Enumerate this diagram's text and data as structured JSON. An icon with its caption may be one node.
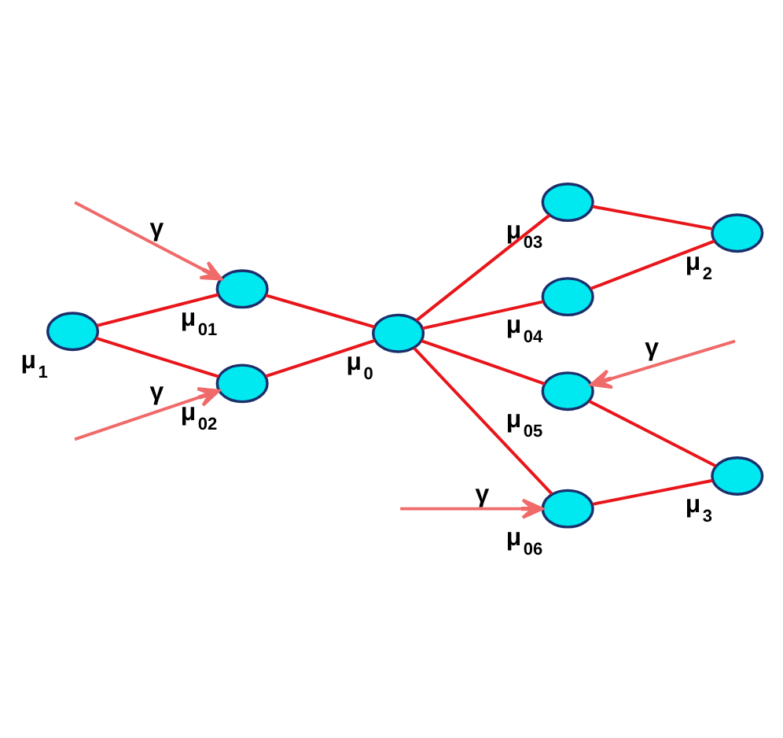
{
  "diagram": {
    "nodes": [
      {
        "text": [],
        "shape": "ellipse",
        "beside": [
          "μ$_{2}$"
        ]
      },
      {
        "text": [],
        "shape": "ellipse",
        "beside": [
          "μ$_{03}$"
        ]
      },
      {
        "text": [],
        "shape": "ellipse",
        "beside": [
          "μ$_{01}$"
        ]
      },
      {
        "text": [],
        "shape": "ellipse",
        "beside": [
          "μ$_{04}$"
        ]
      },
      {
        "text": [],
        "shape": "ellipse",
        "beside": [
          "μ$_{0}$"
        ]
      },
      {
        "text": [],
        "shape": "ellipse",
        "beside": [
          "μ$_{1}$"
        ]
      },
      {
        "text": [],
        "shape": "ellipse",
        "beside": [
          "μ$_{02}$"
        ]
      },
      {
        "text": [],
        "shape": "ellipse",
        "beside": [
          "μ$_{05}$"
        ]
      },
      {
        "text": [],
        "shape": "ellipse",
        "beside": [
          "μ$_{06}$"
        ]
      },
      {
        "text": [],
        "shape": "ellipse",
        "beside": [
          "μ$_{3}$"
        ]
      }
    ],
    "edges": [
      {
        "from": 5,
        "to": 2,
        "arrow": "none"
      },
      {
        "from": 5,
        "to": 6,
        "arrow": "none"
      },
      {
        "from": 2,
        "to": 4,
        "arrow": "none"
      },
      {
        "from": 6,
        "to": 4,
        "arrow": "none"
      },
      {
        "from": 4,
        "to": 1,
        "arrow": "none"
      },
      {
        "from": 1,
        "to": 0,
        "arrow": "none"
      },
      {
        "from": 4,
        "to": 3,
        "arrow": "none"
      },
      {
        "from": 3,
        "to": 0,
        "arrow": "none"
      },
      {
        "from": 4,
        "to": 7,
        "arrow": "none"
      },
      {
        "from": 7,
        "to": 9,
        "arrow": "none"
      },
      {
        "from": 4,
        "to": 8,
        "arrow": "none"
      },
      {
        "from": 8,
        "to": 9,
        "arrow": "none"
      },
      {
        "from": null,
        "to": 2,
        "arrow": "to",
        "label": "γ",
        "color": "#f06a6a"
      },
      {
        "from": null,
        "to": 6,
        "arrow": "to",
        "label": "γ",
        "color": "#f06a6a"
      },
      {
        "from": null,
        "to": 7,
        "arrow": "to",
        "label": "γ",
        "color": "#f06a6a"
      },
      {
        "from": null,
        "to": 8,
        "arrow": "to",
        "label": "γ",
        "color": "#f06a6a"
      }
    ]
  }
}
